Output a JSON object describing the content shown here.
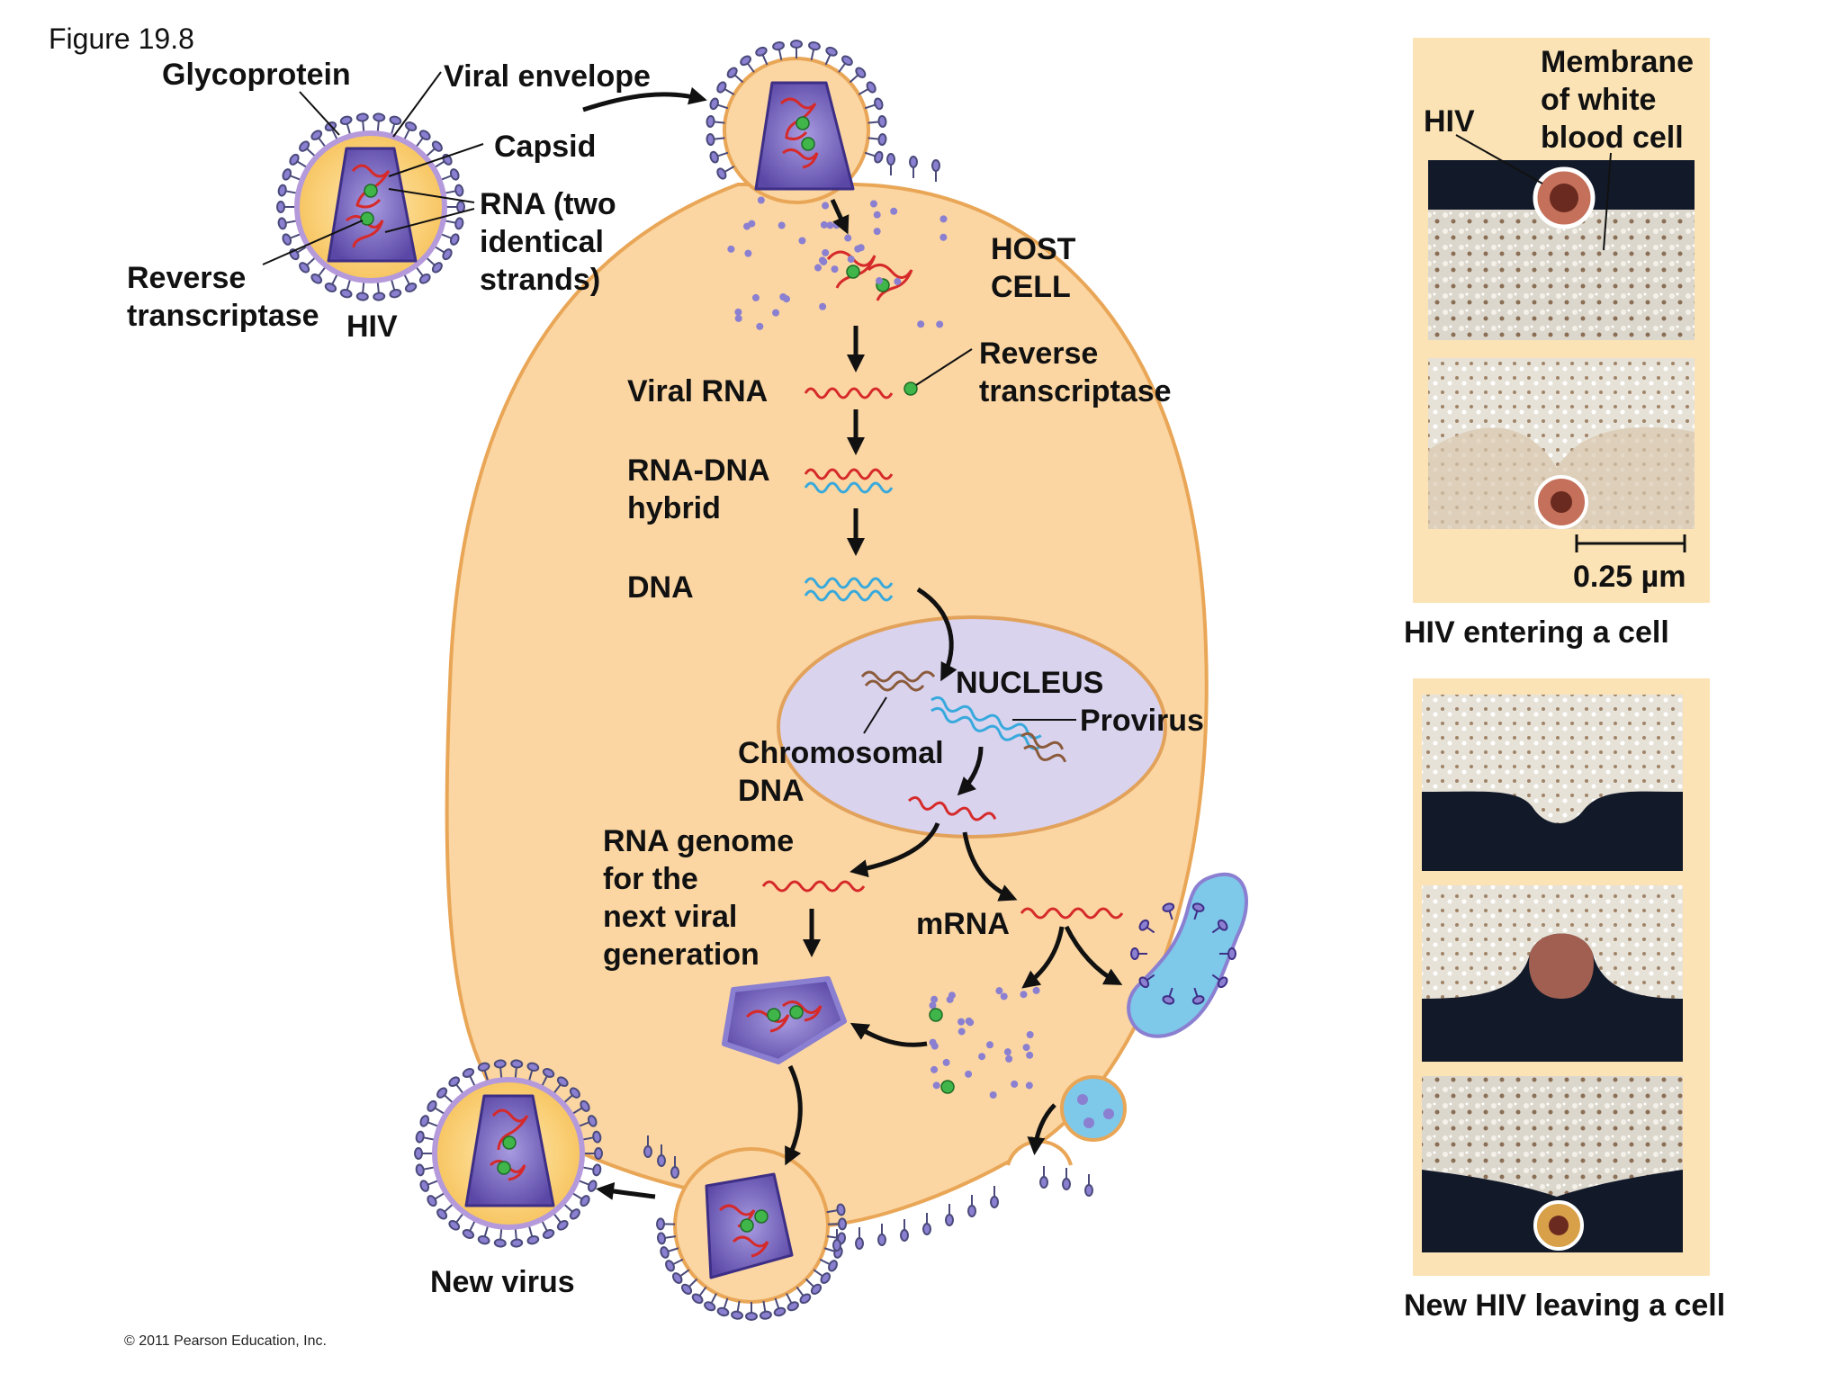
{
  "figure_title": "Figure 19.8",
  "labels": {
    "glycoprotein": "Glycoprotein",
    "viral_envelope": "Viral envelope",
    "capsid": "Capsid",
    "rna_two_1": "RNA (two",
    "rna_two_2": "identical",
    "rna_two_3": "strands)",
    "reverse_transcriptase_1": "Reverse",
    "reverse_transcriptase_2": "transcriptase",
    "hiv": "HIV",
    "host_cell_1": "HOST",
    "host_cell_2": "CELL",
    "rt_inside_1": "Reverse",
    "rt_inside_2": "transcriptase",
    "viral_rna": "Viral RNA",
    "rna_dna_1": "RNA-DNA",
    "rna_dna_2": "hybrid",
    "dna": "DNA",
    "nucleus": "NUCLEUS",
    "provirus": "Provirus",
    "chromosomal_1": "Chromosomal",
    "chromosomal_2": "DNA",
    "rna_genome_1": "RNA genome",
    "rna_genome_2": "for the",
    "rna_genome_3": "next viral",
    "rna_genome_4": "generation",
    "mrna": "mRNA",
    "new_virus": "New virus"
  },
  "micrographs": {
    "membrane_1": "Membrane",
    "membrane_2": "of white",
    "membrane_3": "blood cell",
    "hiv": "HIV",
    "scale": "0.25 µm",
    "entering_caption": "HIV entering a cell",
    "leaving_caption": "New HIV leaving a cell"
  },
  "copyright": "© 2011 Pearson Education, Inc.",
  "colors": {
    "host_cell": "#fbd6a2",
    "host_cell_edge": "#e9a657",
    "nucleus": "#d9d3ee",
    "capsid": "#6e5bb5",
    "rna": "#d62a2a",
    "dna": "#38a9dc",
    "chromosomal_dna": "#8a5a3a",
    "enzyme": "#3fb54a",
    "er": "#7ec8ea",
    "micrograph_bg": "#fbe3b5",
    "glycoprotein": "#8a7fd0"
  }
}
